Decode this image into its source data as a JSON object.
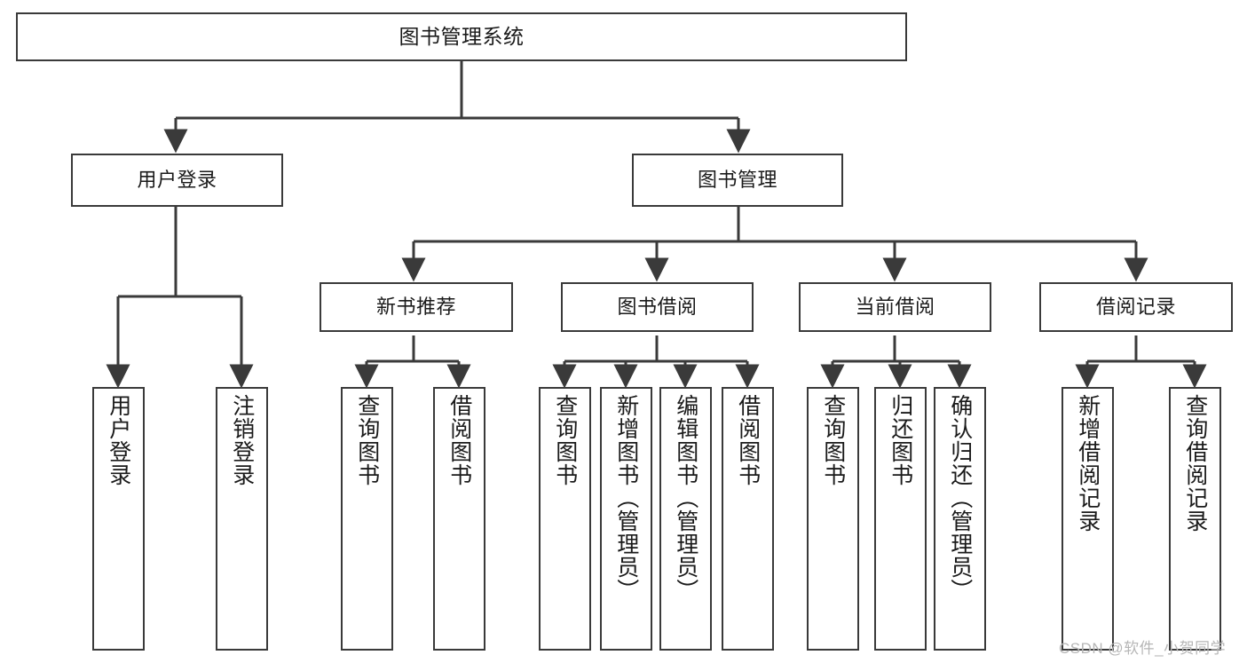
{
  "diagram": {
    "title": "图书管理系统",
    "type": "function-hierarchy-tree",
    "line_color": "#3a3a3a",
    "box_fill": "#ffffff",
    "background": "#ffffff",
    "levels": 4
  },
  "nodes": {
    "root": {
      "label": "图书管理系统",
      "level": 1
    },
    "level2": [
      {
        "id": "user-login",
        "label": "用户登录"
      },
      {
        "id": "book-manage",
        "label": "图书管理"
      }
    ],
    "level3": [
      {
        "id": "new-book-recommend",
        "label": "新书推荐",
        "parent": "book-manage"
      },
      {
        "id": "book-borrow",
        "label": "图书借阅",
        "parent": "book-manage"
      },
      {
        "id": "current-borrow",
        "label": "当前借阅",
        "parent": "book-manage"
      },
      {
        "id": "borrow-record",
        "label": "借阅记录",
        "parent": "book-manage"
      }
    ],
    "leaves": {
      "user_login": [
        {
          "id": "leaf-user-login",
          "label": "用户登录"
        },
        {
          "id": "leaf-logout",
          "label": "注销登录"
        }
      ],
      "new_book_recommend": [
        {
          "id": "leaf-query-book-1",
          "label": "查询图书"
        },
        {
          "id": "leaf-borrow-book-1",
          "label": "借阅图书"
        }
      ],
      "book_borrow": [
        {
          "id": "leaf-query-book-2",
          "label": "查询图书"
        },
        {
          "id": "leaf-add-book",
          "label": "新增图书（管理员）"
        },
        {
          "id": "leaf-edit-book",
          "label": "编辑图书（管理员）"
        },
        {
          "id": "leaf-borrow-book-2",
          "label": "借阅图书"
        }
      ],
      "current_borrow": [
        {
          "id": "leaf-query-book-3",
          "label": "查询图书"
        },
        {
          "id": "leaf-return-book",
          "label": "归还图书"
        },
        {
          "id": "leaf-confirm-return",
          "label": "确认归还（管理员）"
        }
      ],
      "borrow_record": [
        {
          "id": "leaf-add-record",
          "label": "新增借阅记录"
        },
        {
          "id": "leaf-query-record",
          "label": "查询借阅记录"
        }
      ]
    }
  },
  "watermark": {
    "text": "CSDN @软件_小贺同学"
  }
}
